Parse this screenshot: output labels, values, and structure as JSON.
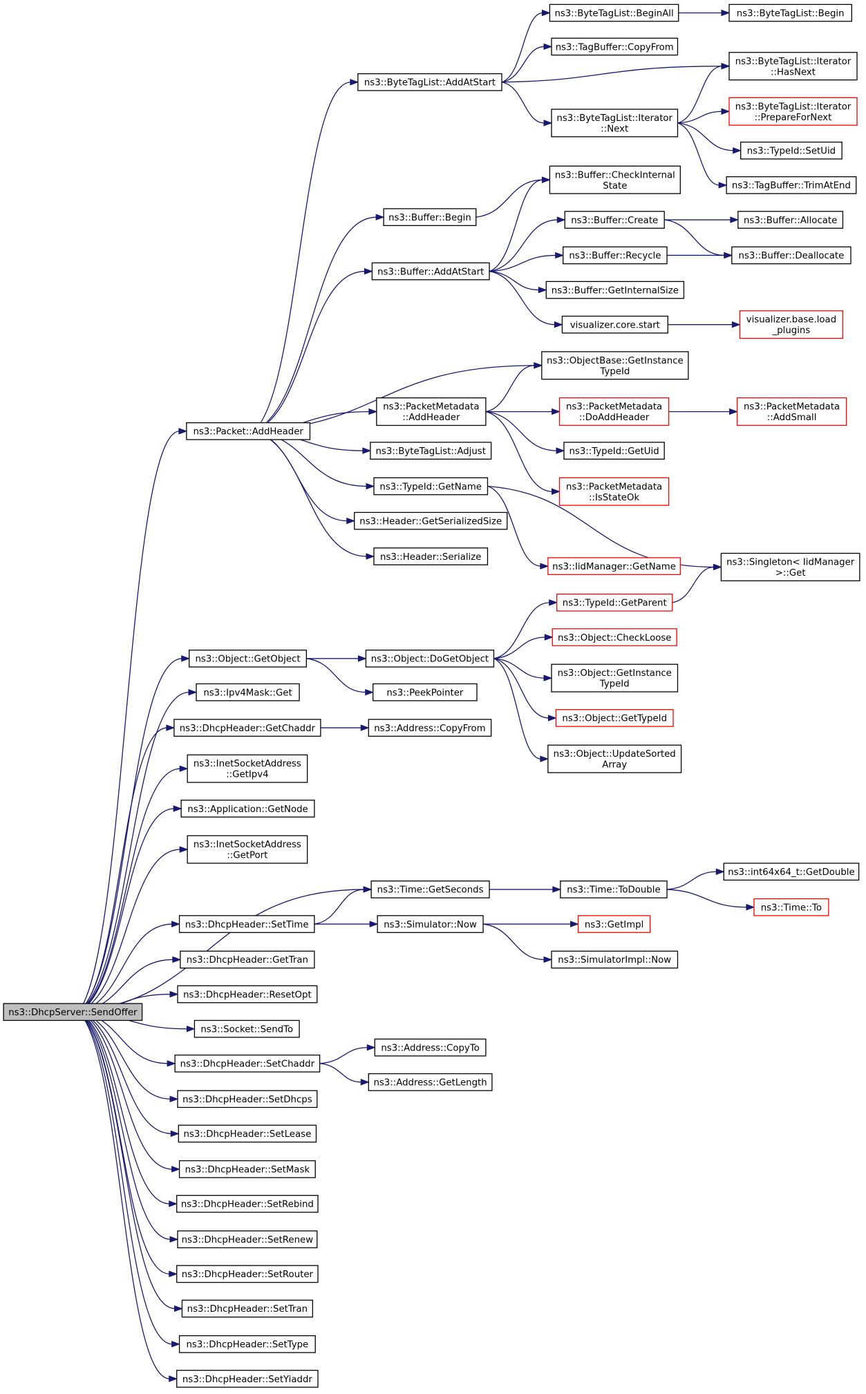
{
  "nodes": [
    {
      "id": "SendOffer",
      "lines": [
        "ns3::DhcpServer::SendOffer"
      ],
      "style": "root"
    },
    {
      "id": "AddHeader",
      "lines": [
        "ns3::Packet::AddHeader"
      ],
      "style": "normal"
    },
    {
      "id": "GetObject",
      "lines": [
        "ns3::Object::GetObject"
      ],
      "style": "normal"
    },
    {
      "id": "Ipv4MaskGet",
      "lines": [
        "ns3::Ipv4Mask::Get"
      ],
      "style": "normal"
    },
    {
      "id": "GetChaddr",
      "lines": [
        "ns3::DhcpHeader::GetChaddr"
      ],
      "style": "normal"
    },
    {
      "id": "GetIpv4",
      "lines": [
        "ns3::InetSocketAddress",
        "::GetIpv4"
      ],
      "style": "normal"
    },
    {
      "id": "GetNode",
      "lines": [
        "ns3::Application::GetNode"
      ],
      "style": "normal"
    },
    {
      "id": "GetPort",
      "lines": [
        "ns3::InetSocketAddress",
        "::GetPort"
      ],
      "style": "normal"
    },
    {
      "id": "SetTime",
      "lines": [
        "ns3::DhcpHeader::SetTime"
      ],
      "style": "normal"
    },
    {
      "id": "GetTran",
      "lines": [
        "ns3::DhcpHeader::GetTran"
      ],
      "style": "normal"
    },
    {
      "id": "ResetOpt",
      "lines": [
        "ns3::DhcpHeader::ResetOpt"
      ],
      "style": "normal"
    },
    {
      "id": "SendTo",
      "lines": [
        "ns3::Socket::SendTo"
      ],
      "style": "normal"
    },
    {
      "id": "SetChaddr",
      "lines": [
        "ns3::DhcpHeader::SetChaddr"
      ],
      "style": "normal"
    },
    {
      "id": "SetDhcps",
      "lines": [
        "ns3::DhcpHeader::SetDhcps"
      ],
      "style": "normal"
    },
    {
      "id": "SetLease",
      "lines": [
        "ns3::DhcpHeader::SetLease"
      ],
      "style": "normal"
    },
    {
      "id": "SetMask",
      "lines": [
        "ns3::DhcpHeader::SetMask"
      ],
      "style": "normal"
    },
    {
      "id": "SetRebind",
      "lines": [
        "ns3::DhcpHeader::SetRebind"
      ],
      "style": "normal"
    },
    {
      "id": "SetRenew",
      "lines": [
        "ns3::DhcpHeader::SetRenew"
      ],
      "style": "normal"
    },
    {
      "id": "SetRouter",
      "lines": [
        "ns3::DhcpHeader::SetRouter"
      ],
      "style": "normal"
    },
    {
      "id": "SetTran",
      "lines": [
        "ns3::DhcpHeader::SetTran"
      ],
      "style": "normal"
    },
    {
      "id": "SetType",
      "lines": [
        "ns3::DhcpHeader::SetType"
      ],
      "style": "normal"
    },
    {
      "id": "SetYiaddr",
      "lines": [
        "ns3::DhcpHeader::SetYiaddr"
      ],
      "style": "normal"
    },
    {
      "id": "BTLAddAtStart",
      "lines": [
        "ns3::ByteTagList::AddAtStart"
      ],
      "style": "normal"
    },
    {
      "id": "BufferBegin",
      "lines": [
        "ns3::Buffer::Begin"
      ],
      "style": "normal"
    },
    {
      "id": "BufferAddAtStart",
      "lines": [
        "ns3::Buffer::AddAtStart"
      ],
      "style": "normal"
    },
    {
      "id": "OBGetInstanceTypeId",
      "lines": [
        "ns3::ObjectBase::GetInstance",
        "TypeId"
      ],
      "style": "normal"
    },
    {
      "id": "PMAddHeader",
      "lines": [
        "ns3::PacketMetadata",
        "::AddHeader"
      ],
      "style": "normal"
    },
    {
      "id": "BTLAdjust",
      "lines": [
        "ns3::ByteTagList::Adjust"
      ],
      "style": "normal"
    },
    {
      "id": "TypeIdGetName",
      "lines": [
        "ns3::TypeId::GetName"
      ],
      "style": "normal"
    },
    {
      "id": "HeaderGetSerializedSize",
      "lines": [
        "ns3::Header::GetSerializedSize"
      ],
      "style": "normal"
    },
    {
      "id": "HeaderSerialize",
      "lines": [
        "ns3::Header::Serialize"
      ],
      "style": "normal"
    },
    {
      "id": "BTLBeginAll",
      "lines": [
        "ns3::ByteTagList::BeginAll"
      ],
      "style": "normal"
    },
    {
      "id": "TagBufferCopyFrom",
      "lines": [
        "ns3::TagBuffer::CopyFrom"
      ],
      "style": "normal"
    },
    {
      "id": "BTLIterNext",
      "lines": [
        "ns3::ByteTagList::Iterator",
        "::Next"
      ],
      "style": "normal"
    },
    {
      "id": "BTLBegin",
      "lines": [
        "ns3::ByteTagList::Begin"
      ],
      "style": "normal"
    },
    {
      "id": "BTLIterHasNext",
      "lines": [
        "ns3::ByteTagList::Iterator",
        "::HasNext"
      ],
      "style": "normal"
    },
    {
      "id": "BTLIterPrepareForNext",
      "lines": [
        "ns3::ByteTagList::Iterator",
        "::PrepareForNext"
      ],
      "style": "red"
    },
    {
      "id": "TypeIdSetUid",
      "lines": [
        "ns3::TypeId::SetUid"
      ],
      "style": "normal"
    },
    {
      "id": "TagBufferTrimAtEnd",
      "lines": [
        "ns3::TagBuffer::TrimAtEnd"
      ],
      "style": "normal"
    },
    {
      "id": "BufferCheckInternalState",
      "lines": [
        "ns3::Buffer::CheckInternal",
        "State"
      ],
      "style": "normal"
    },
    {
      "id": "BufferCreate",
      "lines": [
        "ns3::Buffer::Create"
      ],
      "style": "normal"
    },
    {
      "id": "BufferRecycle",
      "lines": [
        "ns3::Buffer::Recycle"
      ],
      "style": "normal"
    },
    {
      "id": "BufferGetInternalSize",
      "lines": [
        "ns3::Buffer::GetInternalSize"
      ],
      "style": "normal"
    },
    {
      "id": "VisCoreStart",
      "lines": [
        "visualizer.core.start"
      ],
      "style": "normal"
    },
    {
      "id": "BufferAllocate",
      "lines": [
        "ns3::Buffer::Allocate"
      ],
      "style": "normal"
    },
    {
      "id": "BufferDeallocate",
      "lines": [
        "ns3::Buffer::Deallocate"
      ],
      "style": "normal"
    },
    {
      "id": "VisBaseLoadPlugins",
      "lines": [
        "visualizer.base.load",
        "_plugins"
      ],
      "style": "red"
    },
    {
      "id": "PMDoAddHeader",
      "lines": [
        "ns3::PacketMetadata",
        "::DoAddHeader"
      ],
      "style": "red"
    },
    {
      "id": "TypeIdGetUid",
      "lines": [
        "ns3::TypeId::GetUid"
      ],
      "style": "normal"
    },
    {
      "id": "PMIsStateOk",
      "lines": [
        "ns3::PacketMetadata",
        "::IsStateOk"
      ],
      "style": "red"
    },
    {
      "id": "PMAddSmall",
      "lines": [
        "ns3::PacketMetadata",
        "::AddSmall"
      ],
      "style": "red"
    },
    {
      "id": "IidManagerGetName",
      "lines": [
        "ns3::IidManager::GetName"
      ],
      "style": "red"
    },
    {
      "id": "SingletonGet",
      "lines": [
        "ns3::Singleton< IidManager",
        " >::Get"
      ],
      "style": "normal"
    },
    {
      "id": "DoGetObject",
      "lines": [
        "ns3::Object::DoGetObject"
      ],
      "style": "normal"
    },
    {
      "id": "PeekPointer",
      "lines": [
        "ns3::PeekPointer"
      ],
      "style": "normal"
    },
    {
      "id": "TypeIdGetParent",
      "lines": [
        "ns3::TypeId::GetParent"
      ],
      "style": "red"
    },
    {
      "id": "ObjectCheckLoose",
      "lines": [
        "ns3::Object::CheckLoose"
      ],
      "style": "red"
    },
    {
      "id": "ObjectGetInstanceTypeId",
      "lines": [
        "ns3::Object::GetInstance",
        "TypeId"
      ],
      "style": "normal"
    },
    {
      "id": "ObjectGetTypeId",
      "lines": [
        "ns3::Object::GetTypeId"
      ],
      "style": "red"
    },
    {
      "id": "ObjectUpdateSortedArray",
      "lines": [
        "ns3::Object::UpdateSorted",
        "Array"
      ],
      "style": "normal"
    },
    {
      "id": "AddressCopyFrom",
      "lines": [
        "ns3::Address::CopyFrom"
      ],
      "style": "normal"
    },
    {
      "id": "TimeGetSeconds",
      "lines": [
        "ns3::Time::GetSeconds"
      ],
      "style": "normal"
    },
    {
      "id": "SimulatorNow",
      "lines": [
        "ns3::Simulator::Now"
      ],
      "style": "normal"
    },
    {
      "id": "TimeToDouble",
      "lines": [
        "ns3::Time::ToDouble"
      ],
      "style": "normal"
    },
    {
      "id": "Int64GetDouble",
      "lines": [
        "ns3::int64x64_t::GetDouble"
      ],
      "style": "normal"
    },
    {
      "id": "TimeTo",
      "lines": [
        "ns3::Time::To"
      ],
      "style": "red"
    },
    {
      "id": "GetImpl",
      "lines": [
        "ns3::GetImpl"
      ],
      "style": "red"
    },
    {
      "id": "SimulatorImplNow",
      "lines": [
        "ns3::SimulatorImpl::Now"
      ],
      "style": "normal"
    },
    {
      "id": "AddressCopyTo",
      "lines": [
        "ns3::Address::CopyTo"
      ],
      "style": "normal"
    },
    {
      "id": "AddressGetLength",
      "lines": [
        "ns3::Address::GetLength"
      ],
      "style": "normal"
    }
  ],
  "edges": [
    [
      "SendOffer",
      "AddHeader"
    ],
    [
      "SendOffer",
      "GetObject"
    ],
    [
      "SendOffer",
      "Ipv4MaskGet"
    ],
    [
      "SendOffer",
      "GetChaddr"
    ],
    [
      "SendOffer",
      "GetIpv4"
    ],
    [
      "SendOffer",
      "GetNode"
    ],
    [
      "SendOffer",
      "GetPort"
    ],
    [
      "SendOffer",
      "TimeGetSeconds"
    ],
    [
      "SendOffer",
      "SetTime"
    ],
    [
      "SendOffer",
      "GetTran"
    ],
    [
      "SendOffer",
      "ResetOpt"
    ],
    [
      "SendOffer",
      "SendTo"
    ],
    [
      "SendOffer",
      "SetChaddr"
    ],
    [
      "SendOffer",
      "SetDhcps"
    ],
    [
      "SendOffer",
      "SetLease"
    ],
    [
      "SendOffer",
      "SetMask"
    ],
    [
      "SendOffer",
      "SetRebind"
    ],
    [
      "SendOffer",
      "SetRenew"
    ],
    [
      "SendOffer",
      "SetRouter"
    ],
    [
      "SendOffer",
      "SetTran"
    ],
    [
      "SendOffer",
      "SetType"
    ],
    [
      "SendOffer",
      "SetYiaddr"
    ],
    [
      "AddHeader",
      "BTLAddAtStart"
    ],
    [
      "AddHeader",
      "BufferBegin"
    ],
    [
      "AddHeader",
      "BufferAddAtStart"
    ],
    [
      "AddHeader",
      "OBGetInstanceTypeId"
    ],
    [
      "AddHeader",
      "PMAddHeader"
    ],
    [
      "AddHeader",
      "BTLAdjust"
    ],
    [
      "AddHeader",
      "TypeIdGetName"
    ],
    [
      "AddHeader",
      "HeaderGetSerializedSize"
    ],
    [
      "AddHeader",
      "HeaderSerialize"
    ],
    [
      "BTLAddAtStart",
      "BTLBeginAll"
    ],
    [
      "BTLAddAtStart",
      "TagBufferCopyFrom"
    ],
    [
      "BTLAddAtStart",
      "BTLIterHasNext"
    ],
    [
      "BTLAddAtStart",
      "BTLIterNext"
    ],
    [
      "BTLBeginAll",
      "BTLBegin"
    ],
    [
      "BTLIterNext",
      "BTLIterHasNext"
    ],
    [
      "BTLIterNext",
      "BTLIterPrepareForNext"
    ],
    [
      "BTLIterNext",
      "TypeIdSetUid"
    ],
    [
      "BTLIterNext",
      "TagBufferTrimAtEnd"
    ],
    [
      "BufferBegin",
      "BufferCheckInternalState"
    ],
    [
      "BufferAddAtStart",
      "BufferCheckInternalState"
    ],
    [
      "BufferAddAtStart",
      "BufferCreate"
    ],
    [
      "BufferAddAtStart",
      "BufferRecycle"
    ],
    [
      "BufferAddAtStart",
      "BufferGetInternalSize"
    ],
    [
      "BufferAddAtStart",
      "VisCoreStart"
    ],
    [
      "BufferCreate",
      "BufferAllocate"
    ],
    [
      "BufferCreate",
      "BufferDeallocate"
    ],
    [
      "BufferRecycle",
      "BufferDeallocate"
    ],
    [
      "VisCoreStart",
      "VisBaseLoadPlugins"
    ],
    [
      "PMAddHeader",
      "OBGetInstanceTypeId"
    ],
    [
      "PMAddHeader",
      "PMDoAddHeader"
    ],
    [
      "PMAddHeader",
      "TypeIdGetUid"
    ],
    [
      "PMAddHeader",
      "PMIsStateOk"
    ],
    [
      "PMDoAddHeader",
      "PMAddSmall"
    ],
    [
      "TypeIdGetName",
      "IidManagerGetName"
    ],
    [
      "TypeIdGetName",
      "SingletonGet"
    ],
    [
      "GetObject",
      "DoGetObject"
    ],
    [
      "GetObject",
      "PeekPointer"
    ],
    [
      "DoGetObject",
      "TypeIdGetParent"
    ],
    [
      "DoGetObject",
      "ObjectCheckLoose"
    ],
    [
      "DoGetObject",
      "ObjectGetInstanceTypeId"
    ],
    [
      "DoGetObject",
      "ObjectGetTypeId"
    ],
    [
      "DoGetObject",
      "ObjectUpdateSortedArray"
    ],
    [
      "TypeIdGetParent",
      "SingletonGet"
    ],
    [
      "GetChaddr",
      "AddressCopyFrom"
    ],
    [
      "TimeGetSeconds",
      "TimeToDouble"
    ],
    [
      "TimeToDouble",
      "Int64GetDouble"
    ],
    [
      "TimeToDouble",
      "TimeTo"
    ],
    [
      "SetTime",
      "TimeGetSeconds"
    ],
    [
      "SetTime",
      "SimulatorNow"
    ],
    [
      "SimulatorNow",
      "GetImpl"
    ],
    [
      "SimulatorNow",
      "SimulatorImplNow"
    ],
    [
      "SetChaddr",
      "AddressCopyTo"
    ],
    [
      "SetChaddr",
      "AddressGetLength"
    ]
  ],
  "colors": {
    "edge": "#191970",
    "red_border": "#ff0000",
    "root_fill": "#bfbfbf"
  }
}
